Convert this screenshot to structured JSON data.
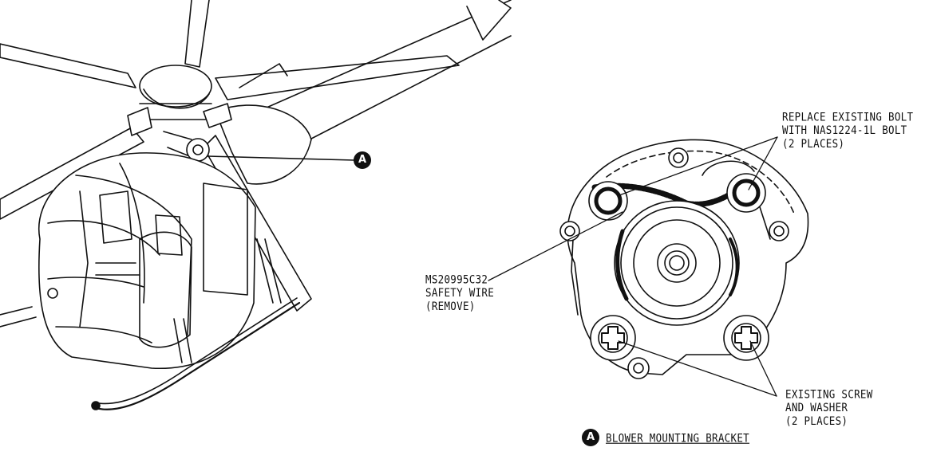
{
  "callout_letter": "A",
  "labels": {
    "replace_bolt": [
      "REPLACE EXISTING BOLT",
      "WITH NAS1224-1L BOLT",
      "(2 PLACES)"
    ],
    "safety_wire": [
      "MS20995C32",
      "SAFETY WIRE",
      "(REMOVE)"
    ],
    "screw_washer": [
      "EXISTING SCREW",
      "AND WASHER",
      "(2 PLACES)"
    ]
  },
  "caption": {
    "letter": "A",
    "text": "BLOWER MOUNTING BRACKET"
  }
}
